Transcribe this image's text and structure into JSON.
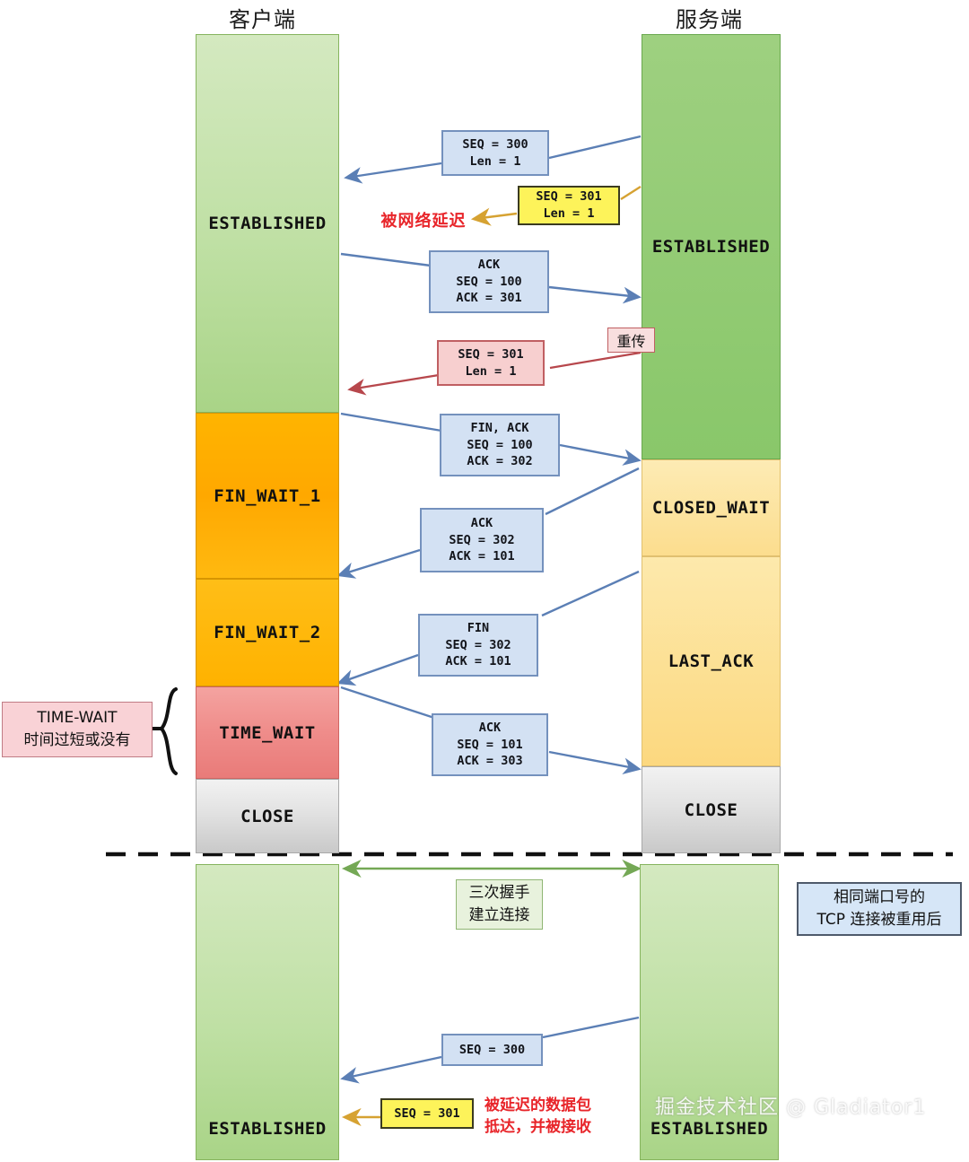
{
  "headers": {
    "client": "客户端",
    "server": "服务端"
  },
  "client_states": [
    {
      "label": "ESTABLISHED",
      "style": "green"
    },
    {
      "label": "FIN_WAIT_1",
      "style": "orange"
    },
    {
      "label": "FIN_WAIT_2",
      "style": "orange2"
    },
    {
      "label": "TIME_WAIT",
      "style": "red"
    },
    {
      "label": "CLOSE",
      "style": "gray"
    }
  ],
  "server_states": [
    {
      "label": "ESTABLISHED",
      "style": "green"
    },
    {
      "label": "CLOSED_WAIT",
      "style": "lightorange"
    },
    {
      "label": "LAST_ACK",
      "style": "lightorange2"
    },
    {
      "label": "CLOSE",
      "style": "gray"
    }
  ],
  "client_states_bottom": [
    {
      "label": "ESTABLISHED",
      "style": "green"
    }
  ],
  "server_states_bottom": [
    {
      "label": "ESTABLISHED",
      "style": "green"
    }
  ],
  "messages": [
    {
      "id": "m1",
      "color": "blue",
      "lines": [
        "SEQ = 300",
        "Len = 1"
      ]
    },
    {
      "id": "m2",
      "color": "yellow",
      "lines": [
        "SEQ = 301",
        "Len = 1"
      ]
    },
    {
      "id": "m3",
      "color": "blue",
      "lines": [
        "ACK",
        "SEQ = 100",
        "ACK = 301"
      ]
    },
    {
      "id": "m4",
      "color": "pink",
      "lines": [
        "SEQ = 301",
        "Len = 1"
      ]
    },
    {
      "id": "m5",
      "color": "blue",
      "lines": [
        "FIN, ACK",
        "SEQ = 100",
        "ACK = 302"
      ]
    },
    {
      "id": "m6",
      "color": "blue",
      "lines": [
        "ACK",
        "SEQ = 302",
        "ACK = 101"
      ]
    },
    {
      "id": "m7",
      "color": "blue",
      "lines": [
        "FIN",
        "SEQ = 302",
        "ACK = 101"
      ]
    },
    {
      "id": "m8",
      "color": "blue",
      "lines": [
        "ACK",
        "SEQ = 101",
        "ACK = 303"
      ]
    },
    {
      "id": "m9",
      "color": "blue",
      "lines": [
        "SEQ = 300"
      ]
    },
    {
      "id": "m10",
      "color": "yellow",
      "lines": [
        "SEQ = 301"
      ]
    }
  ],
  "annotations": {
    "delayed_by_network": "被网络延迟",
    "retransmit": "重传",
    "time_wait_note_line1": "TIME-WAIT",
    "time_wait_note_line2": "时间过短或没有",
    "handshake_line1": "三次握手",
    "handshake_line2": "建立连接",
    "reuse_line1": "相同端口号的",
    "reuse_line2": "TCP 连接被重用后",
    "delayed_arrives_line1": "被延迟的数据包",
    "delayed_arrives_line2": "抵达，并被接收"
  },
  "watermark": "掘金技术社区 @ Gladiator1",
  "colors": {
    "arrow_blue": "#5b7fb5",
    "arrow_yellow": "#d6a232",
    "arrow_red": "#b7474c",
    "arrow_green": "#74a855",
    "state_green": "#bfe0a4",
    "state_orange": "#ffb400",
    "state_lightorange": "#fcdd8e",
    "state_red": "#ef8c8a",
    "state_gray": "#e2e2e2",
    "accent_red_text": "#e8252a"
  }
}
